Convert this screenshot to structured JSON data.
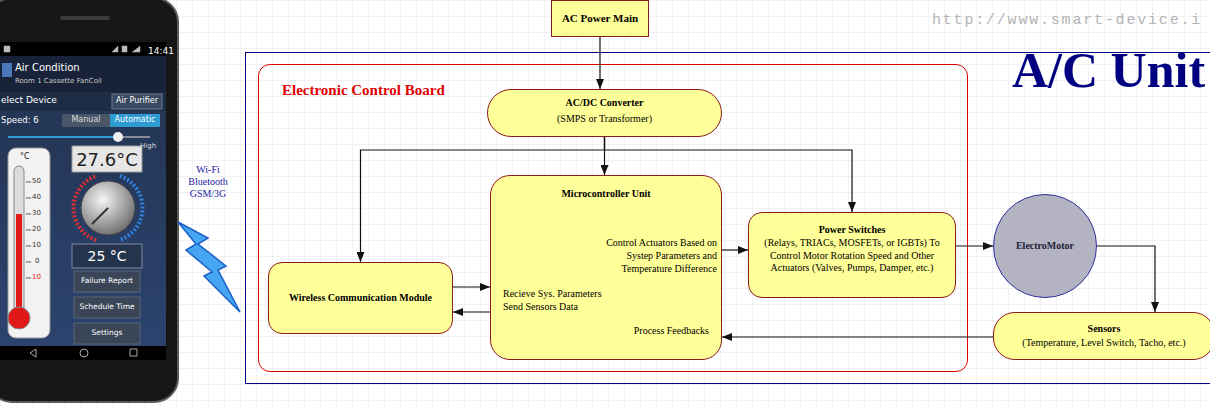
{
  "diagram": {
    "nodes": [
      {
        "text": [
          "AC Power Main"
        ]
      },
      {
        "text": [
          "A/C Unit"
        ]
      },
      {
        "text": [
          "Electronic Control Board"
        ],
        "in": 1
      },
      {
        "text": [
          "AC/DC Converter",
          "(SMPS or Transformer)"
        ],
        "in": 2
      },
      {
        "text": [
          "Wireless Communication Module"
        ],
        "in": 2
      },
      {
        "text": [
          "Microcontroller Unit",
          "Control Actuators Based on Systep Parameters and Temperature Difference",
          "Recieve Sys. Parameters Send Sensors Data",
          "Process Feedbacks"
        ],
        "in": 2
      },
      {
        "text": [
          "Power Switches",
          "(Relays, TRIACs, MOSFETs, or IGBTs) To Control Motor Rotation Speed and Other Actuators (Valves, Pumps, Damper, etc.)"
        ],
        "in": 2
      },
      {
        "text": [
          "ElectroMotor"
        ],
        "in": 1
      },
      {
        "text": [
          "Sensors",
          "(Temperature, Level Switch, Tacho, etc.)"
        ],
        "in": 1
      }
    ],
    "edges": [
      {
        "from": 0,
        "to": 3,
        "arrow": "to"
      },
      {
        "from": 3,
        "to": 4,
        "arrow": "to"
      },
      {
        "from": 3,
        "to": 5,
        "arrow": "to"
      },
      {
        "from": 3,
        "to": 6,
        "arrow": "to"
      },
      {
        "from": 4,
        "to": 5,
        "arrow": "to"
      },
      {
        "from": 5,
        "to": 4,
        "arrow": "to"
      },
      {
        "from": 5,
        "to": 6,
        "arrow": "to"
      },
      {
        "from": 6,
        "to": 7,
        "arrow": "to"
      },
      {
        "from": 7,
        "to": 8,
        "arrow": "to"
      },
      {
        "from": 8,
        "to": 5,
        "arrow": "to"
      }
    ],
    "labels": [
      "http://www.smart-device.i",
      "Wi-Fi Bluetooth GSM/3G",
      "14:41",
      "Air Condition",
      "Room 1 Cassette FanCoil",
      "elect Device",
      "Air Purifier",
      "Speed: 6",
      "Manual",
      "Automatic",
      "High",
      "°C",
      "27.6°C",
      "50",
      "40",
      "30",
      "20",
      "10",
      "0",
      "10",
      "25 °C",
      "Failure Report",
      "Schedule Time",
      "Settings"
    ]
  }
}
